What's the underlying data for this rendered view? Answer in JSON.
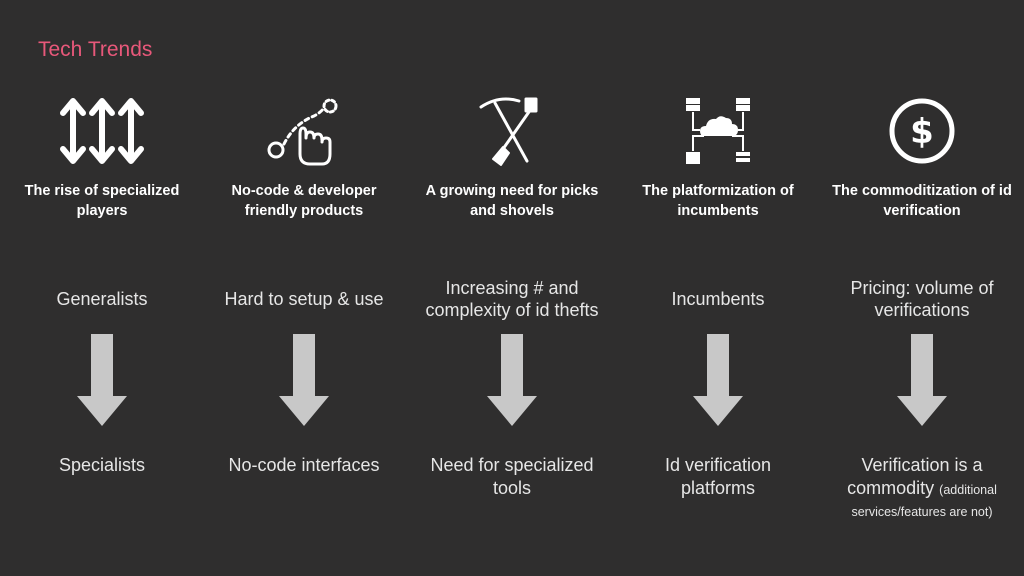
{
  "title": "Tech Trends",
  "colors": {
    "background": "#2f2e2e",
    "title": "#e8587a",
    "arrow": "#c8c8c8",
    "text": "#ffffff"
  },
  "trends": [
    {
      "icon": "vertical-arrows-icon",
      "heading": "The rise of specialized players",
      "from": "Generalists",
      "to": "Specialists"
    },
    {
      "icon": "tap-path-icon",
      "heading": "No-code & developer friendly products",
      "from": "Hard to setup & use",
      "to": "No-code interfaces"
    },
    {
      "icon": "pick-and-shovel-icon",
      "heading": "A growing need for picks and shovels",
      "from": "Increasing # and complexity of id thefts",
      "to": "Need for specialized tools"
    },
    {
      "icon": "cloud-network-icon",
      "heading": "The platformization of incumbents",
      "from": "Incumbents",
      "to": "Id verification platforms"
    },
    {
      "icon": "dollar-coin-icon",
      "heading": "The commoditization of id verification",
      "from": "Pricing: volume of verifications",
      "to": "Verification is a commodity",
      "to_note": "(additional services/features are not)"
    }
  ]
}
